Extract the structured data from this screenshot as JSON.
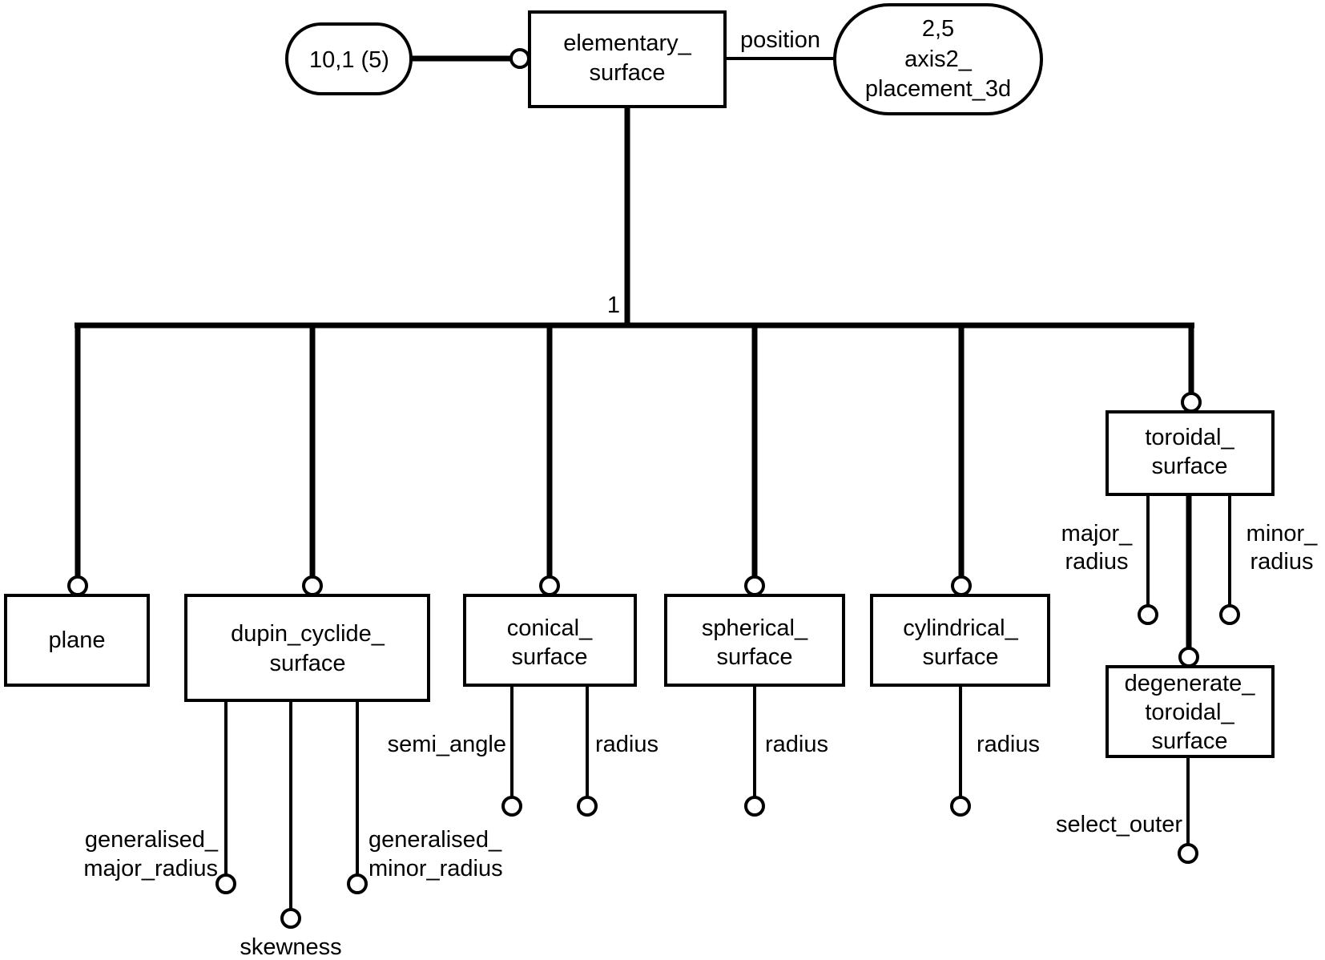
{
  "diagram": {
    "type": "EXPRESS-G entity diagram",
    "supertype": {
      "id": "elementary_surface",
      "label_lines": [
        "elementary_",
        "surface"
      ]
    },
    "page_refs": [
      {
        "id": "ref_10_1",
        "label_lines": [
          "10,1 (5)"
        ],
        "relation": "inherits"
      },
      {
        "id": "ref_axis2",
        "label_lines": [
          "2,5",
          "axis2_",
          "placement_3d"
        ],
        "relation": "attribute"
      }
    ],
    "supertype_attribute": {
      "label": "position",
      "target": "ref_axis2"
    },
    "subtype_constraint_label": "1",
    "subtypes": [
      {
        "id": "plane",
        "label_lines": [
          "plane"
        ],
        "attributes": []
      },
      {
        "id": "dupin_cyclide_surface",
        "label_lines": [
          "dupin_cyclide_",
          "surface"
        ],
        "attributes": [
          {
            "label_lines": [
              "generalised_",
              "major_radius"
            ]
          },
          {
            "label_lines": [
              "skewness"
            ]
          },
          {
            "label_lines": [
              "generalised_",
              "minor_radius"
            ]
          }
        ]
      },
      {
        "id": "conical_surface",
        "label_lines": [
          "conical_",
          "surface"
        ],
        "attributes": [
          {
            "label_lines": [
              "semi_angle"
            ]
          },
          {
            "label_lines": [
              "radius"
            ]
          }
        ]
      },
      {
        "id": "spherical_surface",
        "label_lines": [
          "spherical_",
          "surface"
        ],
        "attributes": [
          {
            "label_lines": [
              "radius"
            ]
          }
        ]
      },
      {
        "id": "cylindrical_surface",
        "label_lines": [
          "cylindrical_",
          "surface"
        ],
        "attributes": [
          {
            "label_lines": [
              "radius"
            ]
          }
        ]
      },
      {
        "id": "toroidal_surface",
        "label_lines": [
          "toroidal_",
          "surface"
        ],
        "attributes": [
          {
            "label_lines": [
              "major_",
              "radius"
            ]
          },
          {
            "label_lines": [
              "minor_",
              "radius"
            ]
          }
        ]
      }
    ],
    "sub_subtype": {
      "id": "degenerate_toroidal_surface",
      "parent": "toroidal_surface",
      "label_lines": [
        "degenerate_",
        "toroidal_",
        "surface"
      ],
      "attributes": [
        {
          "label_lines": [
            "select_outer"
          ]
        }
      ]
    },
    "colors": {
      "stroke": "#000000",
      "fill": "#ffffff",
      "text": "#000000"
    }
  }
}
